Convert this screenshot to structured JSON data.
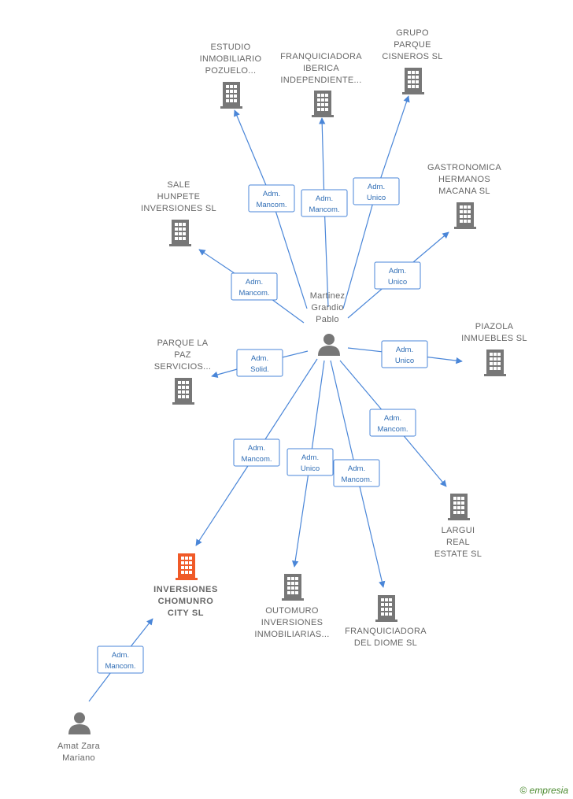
{
  "colors": {
    "edge": "#4a86d8",
    "node": "#777777",
    "highlight": "#f05a28",
    "label": "#666666"
  },
  "people": [
    {
      "id": "martinez",
      "name_lines": [
        "Martinez",
        "Grandio",
        "Pablo"
      ],
      "icon": "person-icon"
    },
    {
      "id": "amat",
      "name_lines": [
        "Amat Zara",
        "Mariano"
      ],
      "icon": "person-icon"
    }
  ],
  "companies": [
    {
      "id": "estudio",
      "name_lines": [
        "ESTUDIO",
        "INMOBILIARIO",
        "POZUELO..."
      ],
      "icon": "building-icon"
    },
    {
      "id": "franq_iberica",
      "name_lines": [
        "FRANQUICIADORA",
        "IBERICA",
        "INDEPENDIENTE..."
      ],
      "icon": "building-icon"
    },
    {
      "id": "grupo",
      "name_lines": [
        "GRUPO",
        "PARQUE",
        "CISNEROS  SL"
      ],
      "icon": "building-icon"
    },
    {
      "id": "gastro",
      "name_lines": [
        "GASTRONOMICA",
        "HERMANOS",
        "MACANA  SL"
      ],
      "icon": "building-icon"
    },
    {
      "id": "sale",
      "name_lines": [
        "SALE",
        "HUNPETE",
        "INVERSIONES SL"
      ],
      "icon": "building-icon"
    },
    {
      "id": "parque",
      "name_lines": [
        "PARQUE LA",
        "PAZ",
        "SERVICIOS..."
      ],
      "icon": "building-icon"
    },
    {
      "id": "piazola",
      "name_lines": [
        "PIAZOLA",
        "INMUEBLES SL"
      ],
      "icon": "building-icon"
    },
    {
      "id": "chomunro",
      "name_lines": [
        "INVERSIONES",
        "CHOMUNRO",
        "CITY  SL"
      ],
      "icon": "building-icon",
      "highlight": true
    },
    {
      "id": "outomuro",
      "name_lines": [
        "OUTOMURO",
        "INVERSIONES",
        "INMOBILIARIAS..."
      ],
      "icon": "building-icon"
    },
    {
      "id": "diome",
      "name_lines": [
        "FRANQUICIADORA",
        "DEL DIOME SL"
      ],
      "icon": "building-icon"
    },
    {
      "id": "largui",
      "name_lines": [
        "LARGUI",
        "REAL",
        "ESTATE  SL"
      ],
      "icon": "building-icon"
    }
  ],
  "edges": [
    {
      "from": "martinez",
      "to": "estudio",
      "label_lines": [
        "Adm.",
        "Mancom."
      ]
    },
    {
      "from": "martinez",
      "to": "franq_iberica",
      "label_lines": [
        "Adm.",
        "Mancom."
      ]
    },
    {
      "from": "martinez",
      "to": "grupo",
      "label_lines": [
        "Adm.",
        "Unico"
      ]
    },
    {
      "from": "martinez",
      "to": "gastro",
      "label_lines": [
        "Adm.",
        "Unico"
      ]
    },
    {
      "from": "martinez",
      "to": "sale",
      "label_lines": [
        "Adm.",
        "Mancom."
      ]
    },
    {
      "from": "martinez",
      "to": "parque",
      "label_lines": [
        "Adm.",
        "Solid."
      ]
    },
    {
      "from": "martinez",
      "to": "piazola",
      "label_lines": [
        "Adm.",
        "Unico"
      ]
    },
    {
      "from": "martinez",
      "to": "largui",
      "label_lines": [
        "Adm.",
        "Mancom."
      ]
    },
    {
      "from": "martinez",
      "to": "chomunro",
      "label_lines": [
        "Adm.",
        "Mancom."
      ]
    },
    {
      "from": "martinez",
      "to": "outomuro",
      "label_lines": [
        "Adm.",
        "Unico"
      ]
    },
    {
      "from": "martinez",
      "to": "diome",
      "label_lines": [
        "Adm.",
        "Mancom."
      ]
    },
    {
      "from": "amat",
      "to": "chomunro",
      "label_lines": [
        "Adm.",
        "Mancom."
      ]
    }
  ],
  "footer": {
    "copyright": "©",
    "brand_initial": "e",
    "brand_rest": "mpresia"
  }
}
